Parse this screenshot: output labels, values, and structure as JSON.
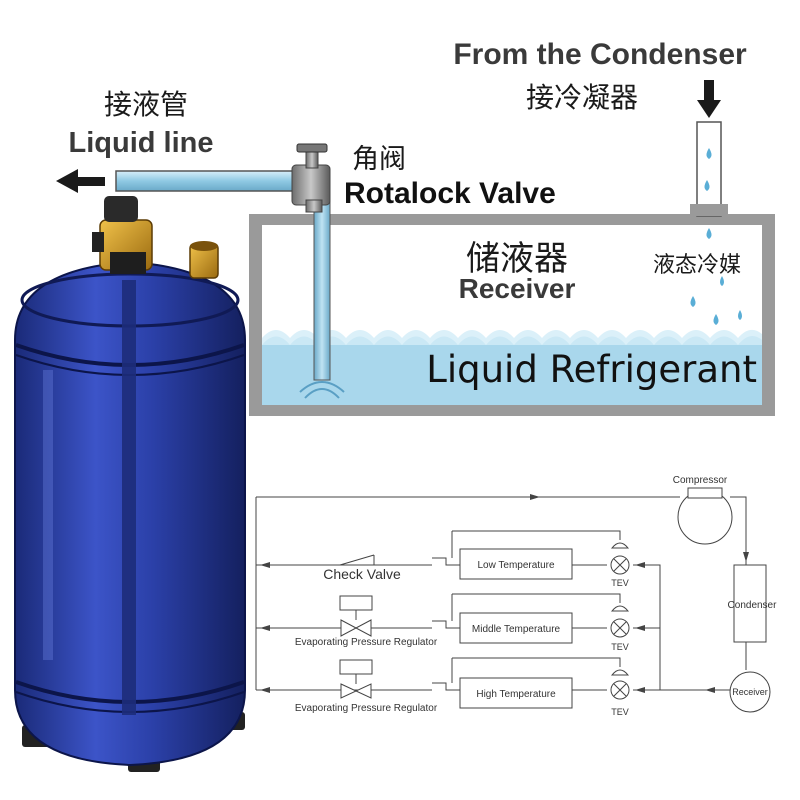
{
  "labels": {
    "from_condenser_en": "From the Condenser",
    "from_condenser_cn": "接冷凝器",
    "liquid_line_cn": "接液管",
    "liquid_line_en": "Liquid line",
    "valve_cn": "角阀",
    "valve_en": "Rotalock Valve",
    "receiver_cn": "储液器",
    "receiver_en": "Receiver",
    "liquid_state_cn": "液态冷媒",
    "liquid_refrigerant": "Liquid Refrigerant"
  },
  "schematic": {
    "compressor": "Compressor",
    "condenser": "Condenser",
    "receiver": "Receiver",
    "check_valve": "Check Valve",
    "low_temp": "Low Temperature",
    "middle_temp": "Middle Temperature",
    "high_temp": "High Temperature",
    "tev": "TEV",
    "epr": "Evaporating Pressure Regulator"
  },
  "colors": {
    "tank_blue": "#23399b",
    "water_blue": "#a9d7ec",
    "frame_gray": "#8a8a8a",
    "valve_brass": "#d9a420"
  }
}
